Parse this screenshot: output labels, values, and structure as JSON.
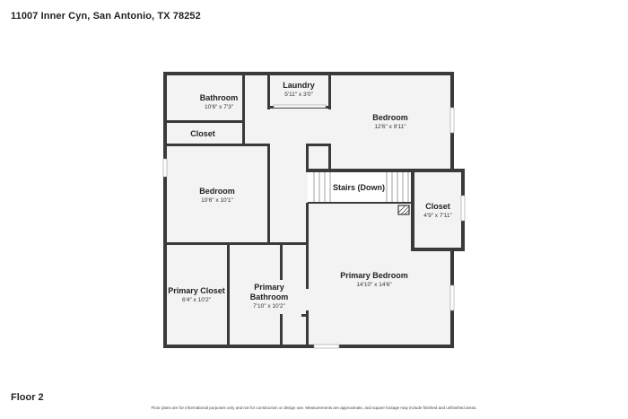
{
  "header": {
    "address": "11007 Inner Cyn, San Antonio, TX 78252"
  },
  "footer": {
    "floor": "Floor 2",
    "disclaimer": "Floor plans are for informational purposes only and not for construction or design use. Measurements are approximate, and square footage may include finished and unfinished areas."
  },
  "rooms": {
    "bathroom": {
      "name": "Bathroom",
      "dims": "10'6\" x 7'3\""
    },
    "laundry": {
      "name": "Laundry",
      "dims": "5'11\" x 3'0\""
    },
    "bedroom_ne": {
      "name": "Bedroom",
      "dims": "12'6\" x 9'11\""
    },
    "closet_w": {
      "name": "Closet"
    },
    "bedroom_w": {
      "name": "Bedroom",
      "dims": "10'6\" x 10'1\""
    },
    "stairs": {
      "name": "Stairs (Down)"
    },
    "closet_e": {
      "name": "Closet",
      "dims": "4'9\" x 7'11\""
    },
    "primary_closet": {
      "name": "Primary Closet",
      "dims": "6'4\" x 10'2\""
    },
    "primary_bathroom": {
      "name_line1": "Primary",
      "name_line2": "Bathroom",
      "dims": "7'10\" x 10'2\""
    },
    "primary_bedroom": {
      "name": "Primary Bedroom",
      "dims": "14'10\" x 14'6\""
    }
  }
}
